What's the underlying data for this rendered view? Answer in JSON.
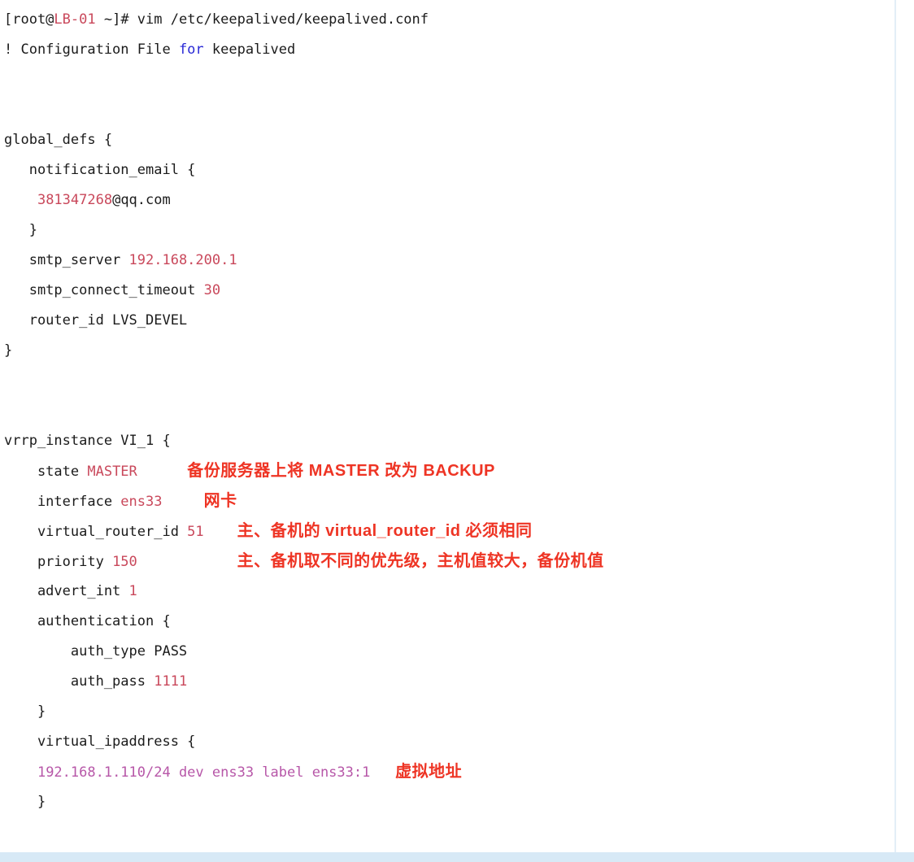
{
  "colors": {
    "background": "#ffffff",
    "text": "#1b1b1b",
    "value_red": "#c9485b",
    "keyword_blue": "#2929d6",
    "ip_magenta": "#b757a8",
    "annotation_red": "#ee3424",
    "scrollbar_blue": "#d7e9f6"
  },
  "terminal": {
    "prompt_line": "[root@LB-01 ~]# vim /etc/keepalived/keepalived.conf",
    "file_path": "/etc/keepalived/keepalived.conf",
    "lines": [
      {
        "segments": [
          {
            "t": "[root@"
          },
          {
            "t": "LB-01",
            "c": "value"
          },
          {
            "t": " ~]# vim /etc/keepalived/keepalived.conf"
          }
        ]
      },
      {
        "segments": [
          {
            "t": "! Configuration File "
          },
          {
            "t": "for",
            "c": "keyword"
          },
          {
            "t": " keepalived"
          }
        ]
      },
      {
        "segments": []
      },
      {
        "segments": []
      },
      {
        "segments": [
          {
            "t": "global_defs {"
          }
        ]
      },
      {
        "segments": [
          {
            "t": "   notification_email {"
          }
        ]
      },
      {
        "segments": [
          {
            "t": "    "
          },
          {
            "t": "381347268",
            "c": "value"
          },
          {
            "t": "@qq.com"
          }
        ]
      },
      {
        "segments": [
          {
            "t": "   }"
          }
        ]
      },
      {
        "segments": [
          {
            "t": "   smtp_server "
          },
          {
            "t": "192.168.200.1",
            "c": "value"
          }
        ]
      },
      {
        "segments": [
          {
            "t": "   smtp_connect_timeout "
          },
          {
            "t": "30",
            "c": "value"
          }
        ]
      },
      {
        "segments": [
          {
            "t": "   router_id LVS_DEVEL"
          }
        ]
      },
      {
        "segments": [
          {
            "t": "}"
          }
        ]
      },
      {
        "segments": []
      },
      {
        "segments": []
      },
      {
        "segments": [
          {
            "t": "vrrp_instance VI_1 {"
          }
        ]
      },
      {
        "segments": [
          {
            "t": "    state "
          },
          {
            "t": "MASTER",
            "c": "value"
          },
          {
            "t": "      "
          },
          {
            "t": "备份服务器上将 MASTER 改为 BACKUP",
            "c": "ann"
          }
        ]
      },
      {
        "segments": [
          {
            "t": "    interface "
          },
          {
            "t": "ens33",
            "c": "value"
          },
          {
            "t": "     "
          },
          {
            "t": "网卡",
            "c": "ann"
          }
        ]
      },
      {
        "segments": [
          {
            "t": "    virtual_router_id "
          },
          {
            "t": "51",
            "c": "value"
          },
          {
            "t": "    "
          },
          {
            "t": "主、备机的 virtual_router_id 必须相同",
            "c": "ann"
          }
        ]
      },
      {
        "segments": [
          {
            "t": "    priority "
          },
          {
            "t": "150",
            "c": "value"
          },
          {
            "t": "            "
          },
          {
            "t": "主、备机取不同的优先级，主机值较大，备份机值",
            "c": "ann"
          }
        ]
      },
      {
        "segments": [
          {
            "t": "    advert_int "
          },
          {
            "t": "1",
            "c": "value"
          }
        ]
      },
      {
        "segments": [
          {
            "t": "    authentication {"
          }
        ]
      },
      {
        "segments": [
          {
            "t": "        auth_type PASS"
          }
        ]
      },
      {
        "segments": [
          {
            "t": "        auth_pass "
          },
          {
            "t": "1111",
            "c": "value"
          }
        ]
      },
      {
        "segments": [
          {
            "t": "    }"
          }
        ]
      },
      {
        "segments": [
          {
            "t": "    virtual_ipaddress {"
          }
        ]
      },
      {
        "segments": [
          {
            "t": "    "
          },
          {
            "t": "192.168.1.110/24 dev ens33 label ens33:1",
            "c": "magenta"
          },
          {
            "t": "   "
          },
          {
            "t": "虚拟地址",
            "c": "ann"
          }
        ]
      },
      {
        "segments": [
          {
            "t": "    }"
          }
        ]
      }
    ]
  }
}
